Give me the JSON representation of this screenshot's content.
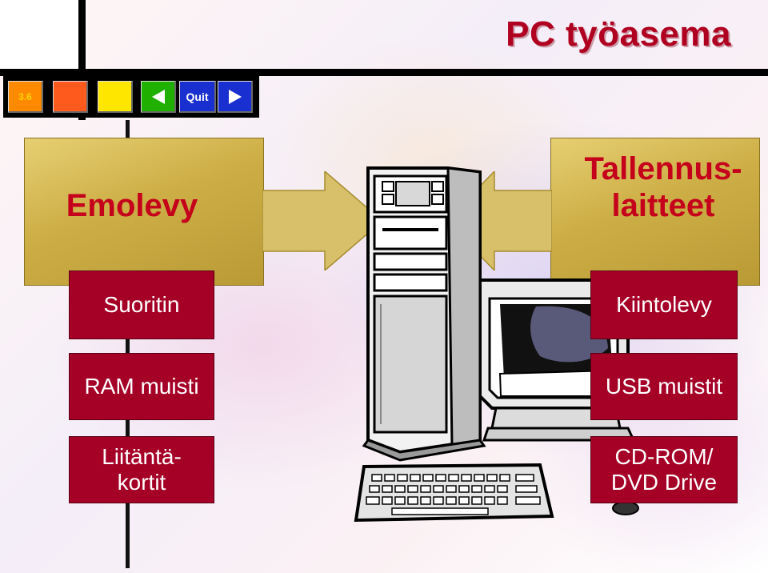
{
  "title": "PC työasema",
  "toolbar": {
    "page_number": "3.6",
    "quit_label": "Quit",
    "back_icon": "triangle-left-icon",
    "forward_icon": "triangle-right-icon"
  },
  "panels": {
    "left_heading": "Emolevy",
    "right_heading_line1": "Tallennus-",
    "right_heading_line2": "laitteet"
  },
  "left_items": [
    "Suoritin",
    "RAM muisti",
    "Liitäntä-\nkortit"
  ],
  "right_items": [
    "Kiintolevy",
    "USB muistit",
    "CD-ROM/\nDVD Drive"
  ],
  "colors": {
    "title_red": "#b00020",
    "box_red": "#a50026",
    "gold": "#cdae46",
    "arrow_gold": "#d8c06a"
  },
  "icons": {
    "computer": "desktop-computer-icon"
  }
}
